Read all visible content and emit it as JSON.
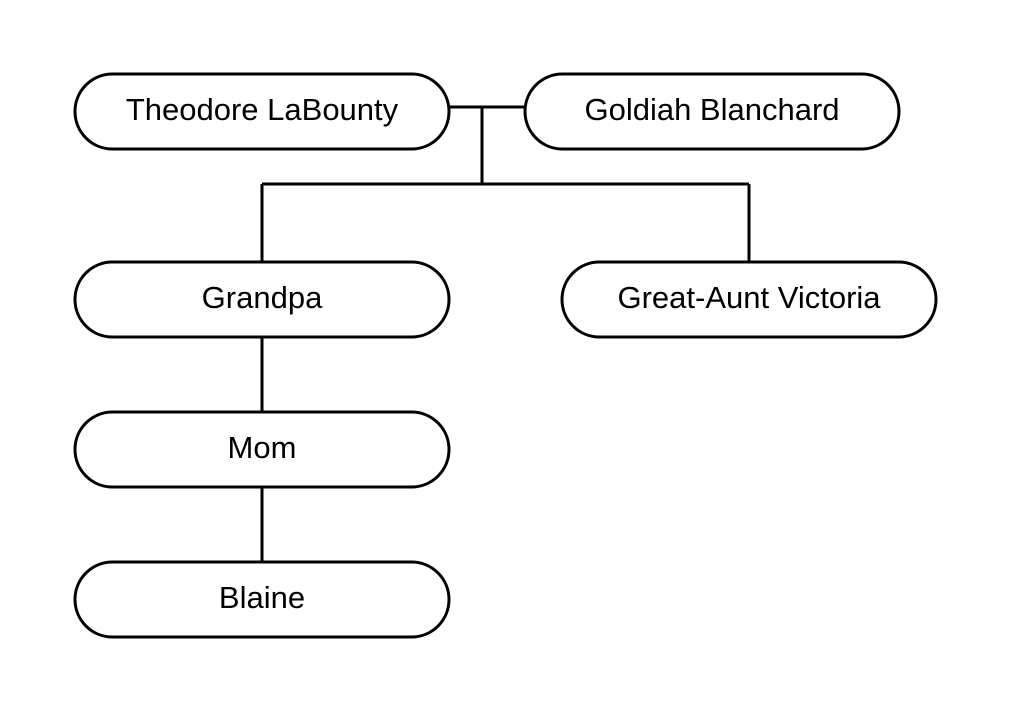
{
  "diagram": {
    "nodes": {
      "theodore": "Theodore LaBounty",
      "goldiah": "Goldiah Blanchard",
      "grandpa": "Grandpa",
      "victoria": "Great-Aunt Victoria",
      "mom": "Mom",
      "blaine": "Blaine"
    }
  }
}
